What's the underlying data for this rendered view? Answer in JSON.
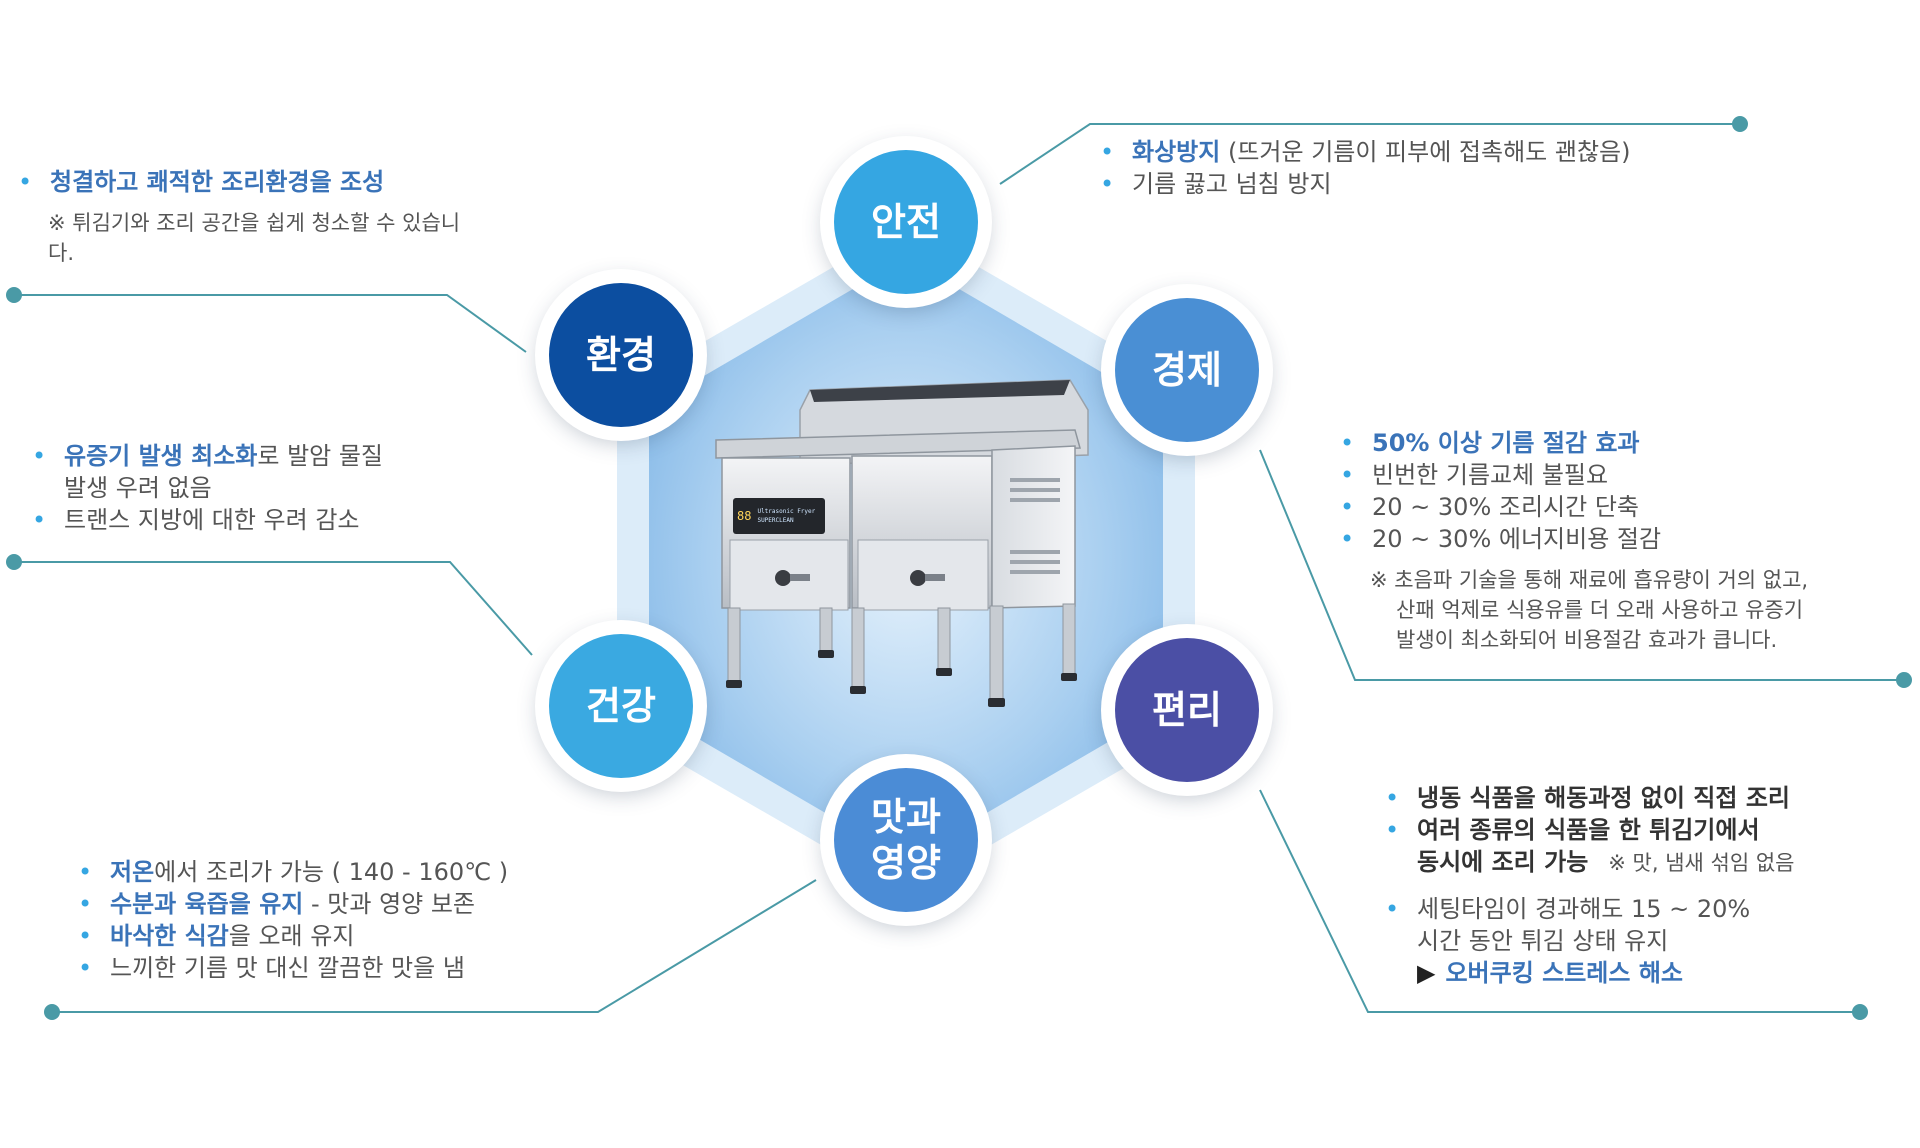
{
  "categories": {
    "safety": "안전",
    "environment": "환경",
    "economy": "경제",
    "health": "건강",
    "convenience": "편리",
    "taste_line1": "맛과",
    "taste_line2": "영양"
  },
  "safety": {
    "item1_highlight": "화상방지",
    "item1_rest": " (뜨거운 기름이 피부에 접촉해도 괜찮음)",
    "item2": "기름 끓고 넘침 방지"
  },
  "environment": {
    "item1": "청결하고 쾌적한 조리환경을 조성",
    "note": "※ 튀김기와 조리 공간을 쉽게 청소할 수 있습니다."
  },
  "health": {
    "item1_highlight": "유증기 발생 최소화",
    "item1_rest": "로 발암 물질",
    "item1_line2": "발생 우려 없음",
    "item2": "트랜스 지방에 대한 우려 감소"
  },
  "economy": {
    "item1": "50% 이상 기름 절감 효과",
    "item2": "빈번한 기름교체 불필요",
    "item3": "20 ~ 30% 조리시간 단축",
    "item4": "20 ~ 30% 에너지비용 절감",
    "note_line1": "※ 초음파 기술을 통해 재료에 흡유량이 거의 없고,",
    "note_line2": "산패 억제로 식용유를 더 오래 사용하고 유증기",
    "note_line3": "발생이 최소화되어 비용절감 효과가 큽니다."
  },
  "convenience": {
    "item1": "냉동 식품을 해동과정 없이 직접 조리",
    "item2_line1": "여러 종류의 식품을 한 튀김기에서",
    "item2_line2": "동시에 조리 가능",
    "item2_note": "※ 맛, 냄새 섞임 없음",
    "item3_line1": "세팅타임이 경과해도 15 ~ 20%",
    "item3_line2": "시간 동안 튀김 상태 유지",
    "arrow_symbol": "▶",
    "arrow_text": "오버쿠킹 스트레스 해소"
  },
  "taste": {
    "item1_highlight": "저온",
    "item1_rest": "에서 조리가 가능 ( 140 - 160℃ )",
    "item2_highlight": "수분과 육즙을 유지",
    "item2_rest": " - 맛과 영양 보존",
    "item3_highlight": "바삭한 식감",
    "item3_rest": "을 오래 유지",
    "item4": "느끼한 기름 맛 대신 깔끔한 맛을 냄"
  },
  "fryer_panel": {
    "display_text": "88",
    "brand_line1": "Ultrasonic Fryer",
    "brand_line2": "SUPERCLEAN"
  },
  "colors": {
    "connector": "#4a9aa6",
    "highlight": "#3a73b8",
    "hexagon_outer": "#dcecf9",
    "hexagon_inner": "#a9cff0"
  }
}
